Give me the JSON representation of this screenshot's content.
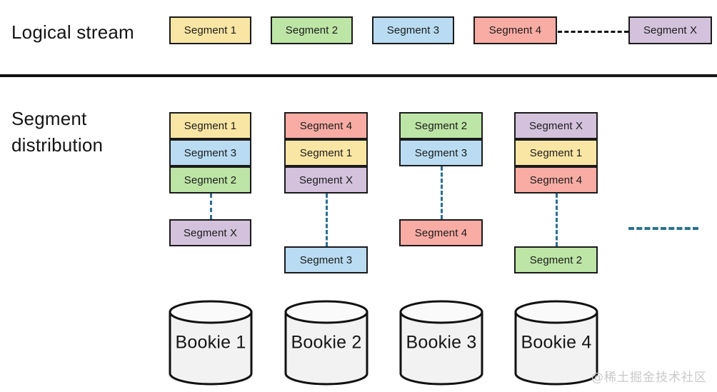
{
  "diagram": {
    "title_rows": {
      "logical": "Logical stream",
      "distribution": "Segment\ndistribution"
    },
    "colors": {
      "yellow": "#fae6a4",
      "green": "#bde5a6",
      "blue": "#b9dcf2",
      "red": "#f9aca4",
      "purple": "#d4c2dd",
      "outline": "#1a1a1a",
      "connector_teal": "#2c6f91",
      "connector_black": "#111111",
      "cylinder_fill": "#f2f2f2",
      "watermark": "#c9c9c9"
    },
    "logical_stream": {
      "segments": [
        {
          "label": "Segment 1",
          "color": "yellow"
        },
        {
          "label": "Segment 2",
          "color": "green"
        },
        {
          "label": "Segment 3",
          "color": "blue"
        },
        {
          "label": "Segment 4",
          "color": "red"
        },
        {
          "label": "Segment X",
          "color": "purple"
        }
      ],
      "connector": {
        "type": "dashed-horizontal",
        "between": [
          "Segment 4",
          "Segment X"
        ]
      }
    },
    "segment_distribution": {
      "columns": [
        {
          "bookie": "Bookie 1",
          "stack": [
            {
              "label": "Segment 1",
              "color": "yellow"
            },
            {
              "label": "Segment 3",
              "color": "blue"
            },
            {
              "label": "Segment 2",
              "color": "green"
            }
          ],
          "detached": [
            {
              "label": "Segment X",
              "color": "purple"
            }
          ]
        },
        {
          "bookie": "Bookie 2",
          "stack": [
            {
              "label": "Segment 4",
              "color": "red"
            },
            {
              "label": "Segment 1",
              "color": "yellow"
            },
            {
              "label": "Segment X",
              "color": "purple"
            }
          ],
          "detached": [
            {
              "label": "Segment 3",
              "color": "blue"
            }
          ]
        },
        {
          "bookie": "Bookie 3",
          "stack": [
            {
              "label": "Segment 2",
              "color": "green"
            },
            {
              "label": "Segment 3",
              "color": "blue"
            }
          ],
          "detached": [
            {
              "label": "Segment 4",
              "color": "red"
            }
          ]
        },
        {
          "bookie": "Bookie 4",
          "stack": [
            {
              "label": "Segment X",
              "color": "purple"
            },
            {
              "label": "Segment 1",
              "color": "yellow"
            },
            {
              "label": "Segment 4",
              "color": "red"
            }
          ],
          "detached": [
            {
              "label": "Segment 2",
              "color": "green"
            }
          ]
        }
      ],
      "overflow_indicator": {
        "type": "dashed-horizontal",
        "color": "#2c6f91"
      }
    },
    "watermark": "@稀土掘金技术社区"
  }
}
